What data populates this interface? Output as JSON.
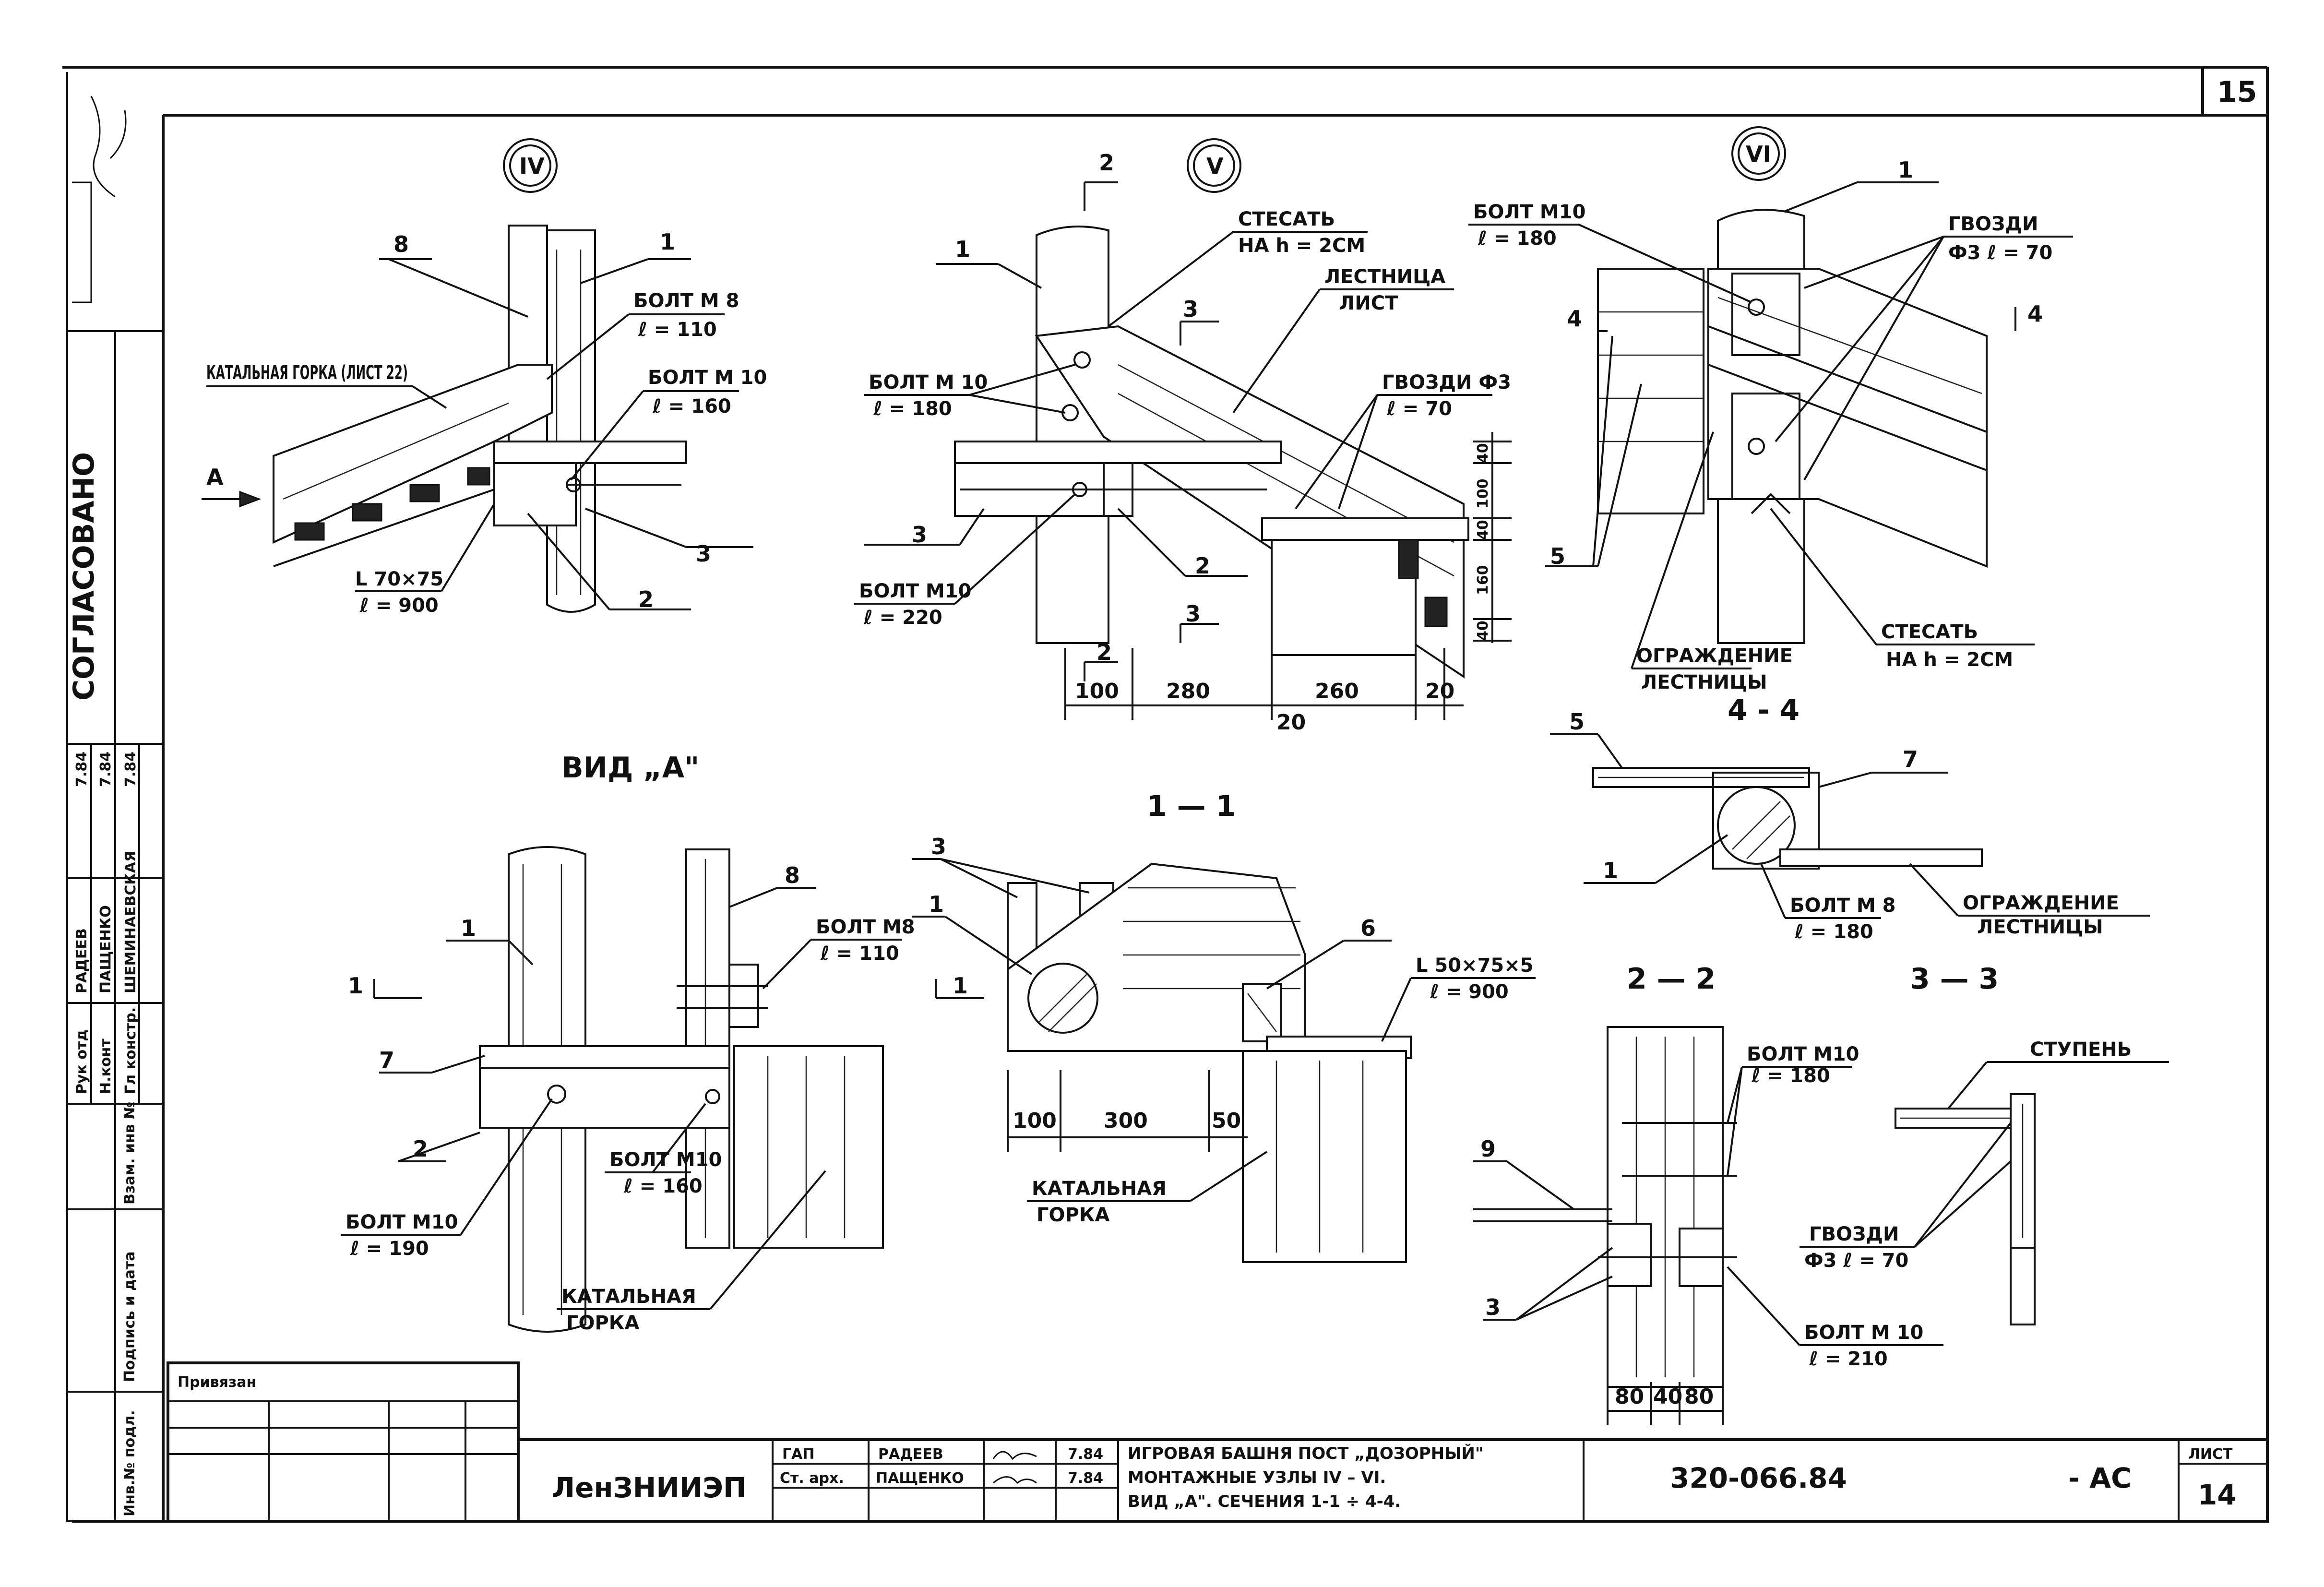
{
  "sheet": {
    "number": "15",
    "approval_stamp": "СОГЛАСОВАНО",
    "side_stamp": {
      "roles": [
        "Рук отд",
        "Н.конт",
        "Гл констр."
      ],
      "names": [
        "РАДЕЕВ",
        "ПАЩЕНКО",
        "ШЕМИНАЕВСКАЯ"
      ],
      "dates": [
        "7.84",
        "7.84",
        "7.84"
      ],
      "fields": [
        "Взам. инв №",
        "Подпись и дата",
        "Инв.№ подл."
      ]
    }
  },
  "nodes": {
    "node4": {
      "marker": "IV",
      "labels": {
        "n8": "8",
        "n1": "1",
        "n3": "3",
        "n2": "2",
        "slide": "КАТАЛЬНАЯ ГОРКА (ЛИСТ 22)",
        "bolt_m8": "БОЛТ М 8",
        "bolt_m8_l": "ℓ = 110",
        "bolt_m10": "БОЛТ М 10",
        "bolt_m10_l": "ℓ = 160",
        "angle": "L 70×75",
        "angle_l": "ℓ = 900",
        "view_a": "А"
      }
    },
    "node5": {
      "marker": "V",
      "labels": {
        "n1": "1",
        "n3": "3",
        "n2": "2",
        "cut2": "2",
        "cut3": "3",
        "chamfer": "СТЕСАТЬ",
        "chamfer_h": "НА h = 2СМ",
        "stair": "ЛЕСТНИЦА",
        "sheet": "ЛИСТ",
        "bolt_m10_a": "БОЛТ М 10",
        "bolt_m10_a_l": "ℓ = 180",
        "bolt_m10_b": "БОЛТ М10",
        "bolt_m10_b_l": "ℓ = 220",
        "nails": "ГВОЗДИ Ф3",
        "nails_l": "ℓ = 70"
      },
      "dims_h": [
        "100",
        "280",
        "260",
        "20",
        "20"
      ],
      "dims_v": [
        "40",
        "100",
        "40",
        "160",
        "40"
      ]
    },
    "node6": {
      "marker": "VI",
      "labels": {
        "n1": "1",
        "n5": "5",
        "cut4": "4",
        "bolt": "БОЛТ М10",
        "bolt_l": "ℓ = 180",
        "nails": "ГВОЗДИ",
        "nails_l": "Ф3 ℓ = 70",
        "fence": "ОГРАЖДЕНИЕ",
        "fence2": "ЛЕСТНИЦЫ",
        "chamfer": "СТЕСАТЬ",
        "chamfer_h": "НА h = 2СМ"
      }
    }
  },
  "views": {
    "view_a": {
      "title": "ВИД „А\"",
      "labels": {
        "n1": "1",
        "n8": "8",
        "n7": "7",
        "n2": "2",
        "cut1": "1",
        "cut1b": "1",
        "bolt_m8": "БОЛТ М8",
        "bolt_m8_l": "ℓ = 110",
        "bolt_m10": "БОЛТ М10",
        "bolt_m10_l": "ℓ = 160",
        "bolt_m10b": "БОЛТ М10",
        "bolt_m10b_l": "ℓ = 190",
        "slide": "КАТАЛЬНАЯ",
        "slide2": "ГОРКА"
      }
    },
    "section_1_1": {
      "title": "1 — 1",
      "labels": {
        "n3": "3",
        "n1": "1",
        "n6": "6",
        "angle": "L 50×75×5",
        "angle_l": "ℓ = 900",
        "slide": "КАТАЛЬНАЯ",
        "slide2": "ГОРКА"
      },
      "dims_h": [
        "100",
        "300",
        "50"
      ]
    },
    "section_4_4": {
      "title": "4 - 4",
      "labels": {
        "n5": "5",
        "n7": "7",
        "n1": "1",
        "bolt": "БОЛТ М 8",
        "bolt_l": "ℓ = 180",
        "fence": "ОГРАЖДЕНИЕ",
        "fence2": "ЛЕСТНИЦЫ"
      }
    },
    "section_2_2": {
      "title": "2 — 2",
      "labels": {
        "n9": "9",
        "n3": "3",
        "bolt_a": "БОЛТ М10",
        "bolt_a_l": "ℓ = 180",
        "bolt_b": "БОЛТ М 10",
        "bolt_b_l": "ℓ = 210"
      },
      "dims_h": [
        "80",
        "40",
        "80"
      ]
    },
    "section_3_3": {
      "title": "3 — 3",
      "labels": {
        "step": "СТУПЕНЬ",
        "nails": "ГВОЗДИ",
        "nails_l": "Ф3 ℓ = 70"
      }
    }
  },
  "title_block": {
    "bound": "Привязан",
    "org": "ЛенЗНИИЭП",
    "roles": [
      "ГАП",
      "Ст. арх."
    ],
    "names": [
      "РАДЕЕВ",
      "ПАЩЕНКО"
    ],
    "dates": [
      "7.84",
      "7.84"
    ],
    "title_lines": [
      "ИГРОВАЯ БАШНЯ ПОСТ „ДОЗОРНЫЙ\"",
      "МОНТАЖНЫЕ УЗЛЫ IV – VI.",
      "ВИД „А\". СЕЧЕНИЯ 1-1 ÷ 4-4."
    ],
    "code": "320-066.84",
    "stage": "- АС",
    "sheet_label": "ЛИСТ",
    "sheet_no": "14"
  }
}
